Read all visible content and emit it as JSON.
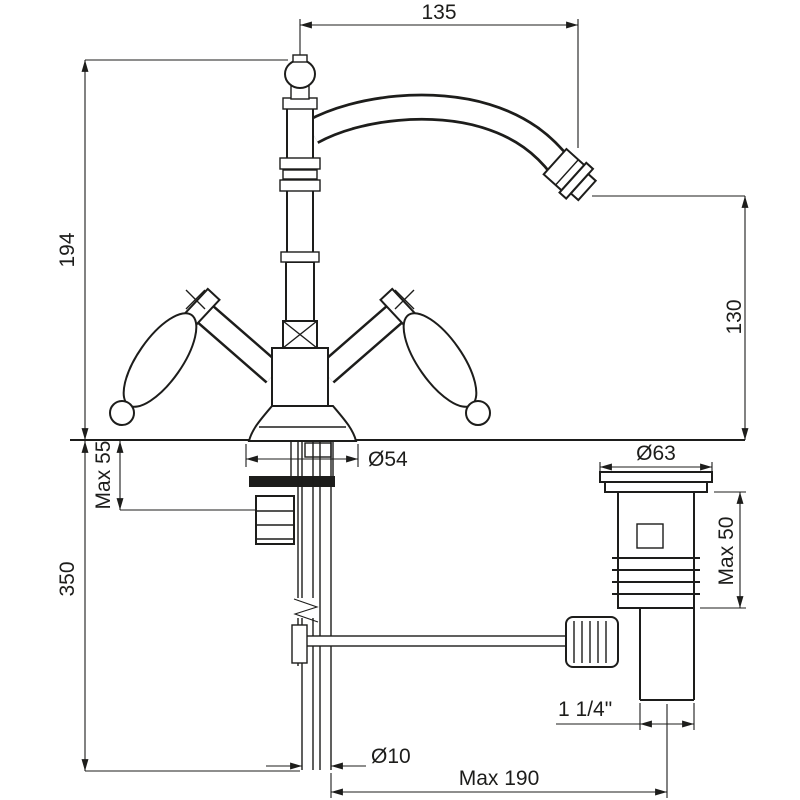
{
  "page": {
    "background": "#ffffff",
    "line_color": "#1d1d1b",
    "type": "technical-dimension-drawing",
    "subject": "two-handle basin mixer faucet with pop-up waste"
  },
  "dimensions": {
    "spout_reach": "135",
    "height_above_deck": "194",
    "outlet_height": "130",
    "max_deck_thickness": "Max 55",
    "below_deck_length": "350",
    "base_diameter": "Ø54",
    "waste_flange_diameter": "Ø63",
    "waste_body_max_depth": "Max 50",
    "waste_thread": "1 1/4\"",
    "pipe_diameter": "Ø10",
    "max_waste_offset": "Max 190"
  }
}
